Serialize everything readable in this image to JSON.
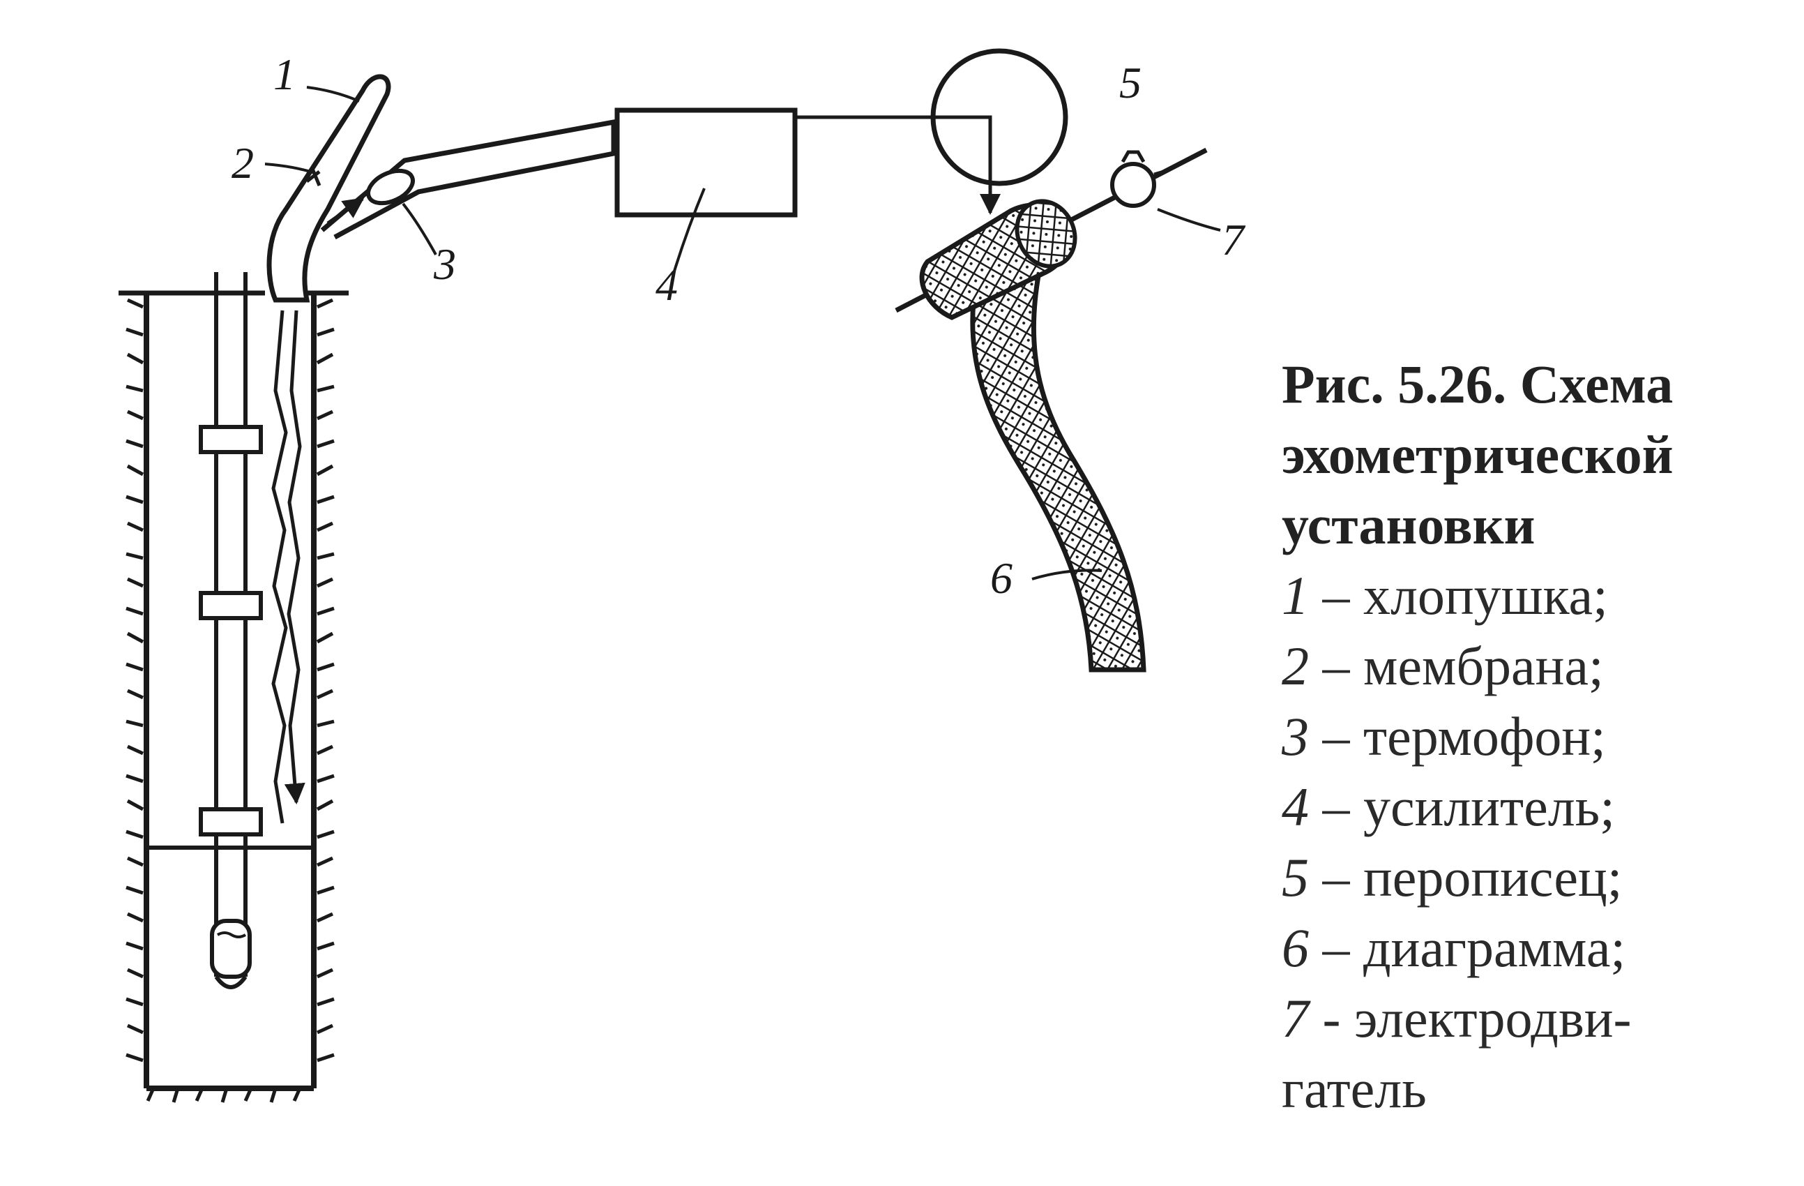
{
  "figure": {
    "title_lines": [
      "Рис. 5.26. Схема",
      "эхометрической",
      "установки"
    ],
    "legend": [
      {
        "num": "1",
        "sep": " – ",
        "text": "хлопушка;"
      },
      {
        "num": "2",
        "sep": " – ",
        "text": "мембрана;"
      },
      {
        "num": "3",
        "sep": " – ",
        "text": "термофон;"
      },
      {
        "num": "4",
        "sep": " – ",
        "text": "усилитель;"
      },
      {
        "num": "5",
        "sep": " – ",
        "text": "перописец;"
      },
      {
        "num": "6",
        "sep": " – ",
        "text": "диаграмма;"
      },
      {
        "num": "7",
        "sep": " - ",
        "text": "электродви-"
      },
      {
        "num": "",
        "sep": "",
        "text": "гатель"
      }
    ],
    "callouts": [
      "1",
      "2",
      "3",
      "4",
      "5",
      "6",
      "7"
    ]
  },
  "colors": {
    "ink": "#1a1a1a",
    "text": "#2a2a2a",
    "paper": "#ffffff"
  }
}
